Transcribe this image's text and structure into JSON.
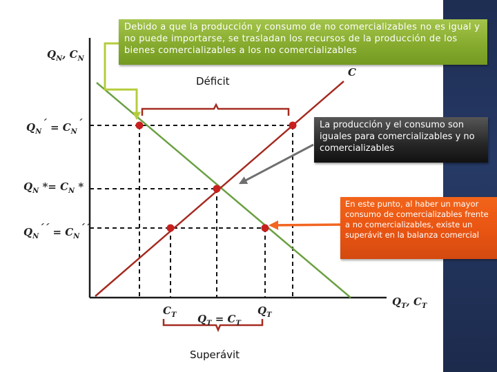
{
  "axes": {
    "y_label": {
      "main": "Q",
      "sub1": "N",
      "sep": ", C",
      "sub2": "N"
    },
    "x_label": {
      "main": "Q",
      "sub1": "T",
      "sep": ", C",
      "sub2": "T"
    }
  },
  "curve_label": "C",
  "y_ticks": {
    "top": {
      "a": "Q",
      "a_sub": "N",
      "a_prime": "´",
      "eq": " = C",
      "b_sub": "N",
      "b_prime": "´"
    },
    "mid": {
      "a": "Q",
      "a_sub": "N",
      "a_star": " *",
      "eq": "= C",
      "b_sub": "N",
      "b_star": " *"
    },
    "low": {
      "a": "Q",
      "a_sub": "N",
      "a_prime": "´´",
      "eq": " = C",
      "b_sub": "N",
      "b_prime": "´´"
    }
  },
  "x_ticks": {
    "ct": {
      "main": "C",
      "sub": "T"
    },
    "mid": {
      "a": "Q",
      "a_sub": "T",
      "eq": " = C",
      "b_sub": "T"
    },
    "qt": {
      "main": "Q",
      "sub": "T"
    }
  },
  "labels": {
    "deficit": "Déficit",
    "surplus": "Superávit"
  },
  "callouts": {
    "top": "Debido a que la producción y consumo de no comercializables no es igual y no puede importarse, se trasladan los recursos de la producción de los bienes comercializables a los no comercializables",
    "mid": "La producción y el consumo son iguales para comercializables  y no comercializables",
    "bottom": "En este punto, al haber un mayor consumo de comercializables frente a no comercializables, existe un superávit en la balanza comercial"
  },
  "colors": {
    "red_curve": "#a52a20",
    "green_curve": "#6aa041",
    "point": "#c8201e",
    "green_callout": "#8fb23a",
    "dark_callout": "#262626",
    "orange_callout": "#e85412",
    "arrow_gray": "#6f6f6f",
    "arrow_orange": "#f26522",
    "arrow_yellow_green": "#b5cc3b",
    "background_band": "#1e2d52"
  }
}
